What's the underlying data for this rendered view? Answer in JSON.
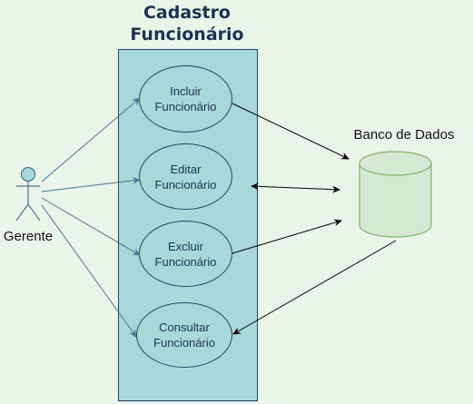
{
  "system": {
    "title_line1": "Cadastro",
    "title_line2": "Funcionário"
  },
  "actor": {
    "label": "Gerente"
  },
  "database": {
    "label": "Banco de Dados"
  },
  "use_cases": [
    {
      "label": "Incluir\nFuncionário"
    },
    {
      "label": "Editar\nFuncionário"
    },
    {
      "label": "Excluir\nFuncionário"
    },
    {
      "label": "Consultar\nFuncionário"
    }
  ],
  "colors": {
    "background": "#e9f5e9",
    "boundary_fill": "#a9d8d9",
    "stroke": "#23445d",
    "actor_link": "#4a7590",
    "database_fill": "#d5e8d4",
    "database_stroke": "#82b366"
  }
}
